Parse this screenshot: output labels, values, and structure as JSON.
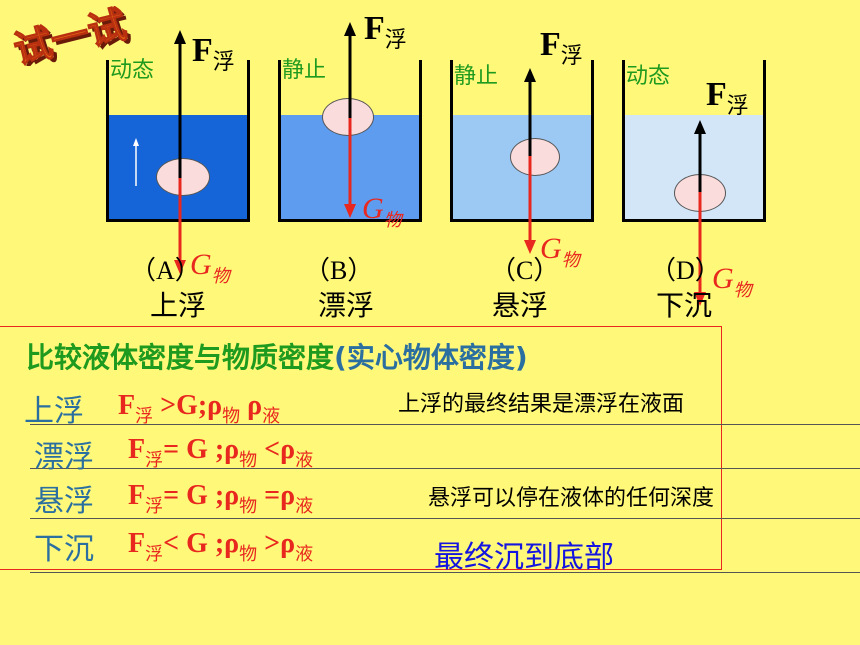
{
  "badge_text": "试一试",
  "colors": {
    "background": "#FFF879",
    "force_arrow": "#000000",
    "gravity_arrow": "#E8281E",
    "state_text": "#1E9A1E",
    "title_text": "#2A6FA0",
    "final_note": "#1515E0"
  },
  "beakers": [
    {
      "state": "动态",
      "force_label": "F",
      "force_sub": "浮",
      "gravity_label": "G",
      "gravity_sub": "物",
      "caption": "（A）",
      "name": "上浮",
      "liquid_color": "#1565D8"
    },
    {
      "state": "静止",
      "force_label": "F",
      "force_sub": "浮",
      "gravity_label": "G",
      "gravity_sub": "物",
      "caption": "（B）",
      "name": "漂浮",
      "liquid_color": "#5E9CF0"
    },
    {
      "state": "静止",
      "force_label": "F",
      "force_sub": "浮",
      "gravity_label": "G",
      "gravity_sub": "物",
      "caption": "（C）",
      "name": "悬浮",
      "liquid_color": "#9CC8F4"
    },
    {
      "state": "动态",
      "force_label": "F",
      "force_sub": "浮",
      "gravity_label": "G",
      "gravity_sub": "物",
      "caption": "（D）",
      "name": "下沉",
      "liquid_color": "#D2E6F8"
    }
  ],
  "comparison": {
    "title_a": "比较液体密度与物质密度",
    "title_b": "(实心物体密度)",
    "rows": [
      {
        "name": "上浮",
        "f": "F",
        "f_sub": "浮",
        "rel1": " >G;",
        "rho1": "ρ",
        "rho1_sub": "物",
        "rel2": "  ρ",
        "rho2_sub": "液"
      },
      {
        "name": "漂浮",
        "f": "F",
        "f_sub": "浮",
        "rel1": "= G ;",
        "rho1": "ρ",
        "rho1_sub": "物",
        "rel2": " <ρ",
        "rho2_sub": "液"
      },
      {
        "name": "悬浮",
        "f": "F",
        "f_sub": "浮",
        "rel1": "= G ;",
        "rho1": "ρ",
        "rho1_sub": "物",
        "rel2": " =ρ",
        "rho2_sub": "液"
      },
      {
        "name": "下沉",
        "f": "F",
        "f_sub": "浮",
        "rel1": "< G ;",
        "rho1": "ρ",
        "rho1_sub": "物",
        "rel2": " >ρ",
        "rho2_sub": "液"
      }
    ],
    "notes": {
      "rise": "上浮的最终结果是漂浮在液面",
      "suspend": "悬浮可以停在液体的任何深度",
      "sink": "最终沉到底部"
    }
  }
}
